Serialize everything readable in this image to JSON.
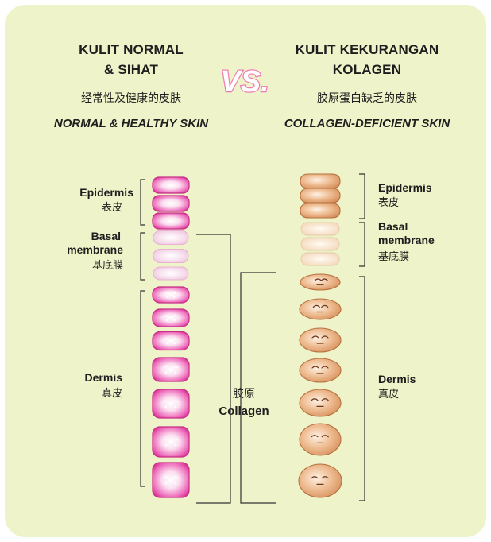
{
  "left": {
    "title_line1": "KULIT NORMAL",
    "title_line2": "& SIHAT",
    "title_cn": "经常性及健康的皮肤",
    "title_en": "NORMAL & HEALTHY SKIN",
    "epidermis_label": "Epidermis",
    "epidermis_cn": "表皮",
    "basal_label_1": "Basal",
    "basal_label_2": "membrane",
    "basal_cn": "基底膜",
    "dermis_label": "Dermis",
    "dermis_cn": "真皮"
  },
  "vs_label": "VS.",
  "right": {
    "title_line1": "KULIT KEKURANGAN",
    "title_line2": "KOLAGEN",
    "title_cn": "胶原蛋白缺乏的皮肤",
    "title_en": "COLLAGEN-DEFICIENT SKIN",
    "epidermis_label": "Epidermis",
    "epidermis_cn": "表皮",
    "basal_label_1": "Basal",
    "basal_label_2": "membrane",
    "basal_cn": "基底膜",
    "dermis_label": "Dermis",
    "dermis_cn": "真皮"
  },
  "collagen": {
    "label_cn": "胶原",
    "label_en": "Collagen"
  },
  "colors": {
    "background": "#eef3c9",
    "healthy_cell": "#e0399c",
    "basal_healthy": "#f2cfe6",
    "deficient_cell": "#e2a577",
    "basal_deficient": "#f6dfc4",
    "vs_text": "#f07cb4"
  }
}
